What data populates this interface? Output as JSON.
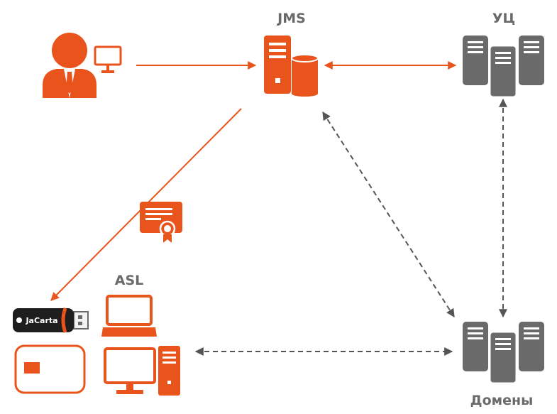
{
  "labels": {
    "jms": "JMS",
    "ca": "УЦ",
    "asl": "ASL",
    "domains": "Домены",
    "token_brand": "JaCarta"
  },
  "colors": {
    "accent": "#e8541c",
    "gray": "#6a6a6a",
    "dark": "#1e1e1e",
    "white": "#ffffff"
  },
  "icons": {
    "admin": "user-with-monitor-icon",
    "jms": "server-with-database-icon",
    "ca": "server-cluster-icon",
    "domains": "server-cluster-icon",
    "certificate": "certificate-icon",
    "laptop": "laptop-icon",
    "workstation": "desktop-computer-icon",
    "token": "usb-token-icon",
    "smartcard": "smart-card-icon"
  },
  "connections": [
    {
      "from": "admin",
      "to": "jms",
      "style": "solid",
      "color": "accent",
      "direction": "to"
    },
    {
      "from": "jms",
      "to": "ca",
      "style": "solid",
      "color": "accent",
      "direction": "both"
    },
    {
      "from": "jms",
      "to": "token",
      "style": "solid",
      "color": "accent",
      "direction": "to"
    },
    {
      "from": "jms",
      "to": "domains",
      "style": "dashed",
      "color": "gray",
      "direction": "both"
    },
    {
      "from": "ca",
      "to": "domains",
      "style": "dashed",
      "color": "gray",
      "direction": "both"
    },
    {
      "from": "asl",
      "to": "domains",
      "style": "dashed",
      "color": "gray",
      "direction": "both"
    }
  ]
}
